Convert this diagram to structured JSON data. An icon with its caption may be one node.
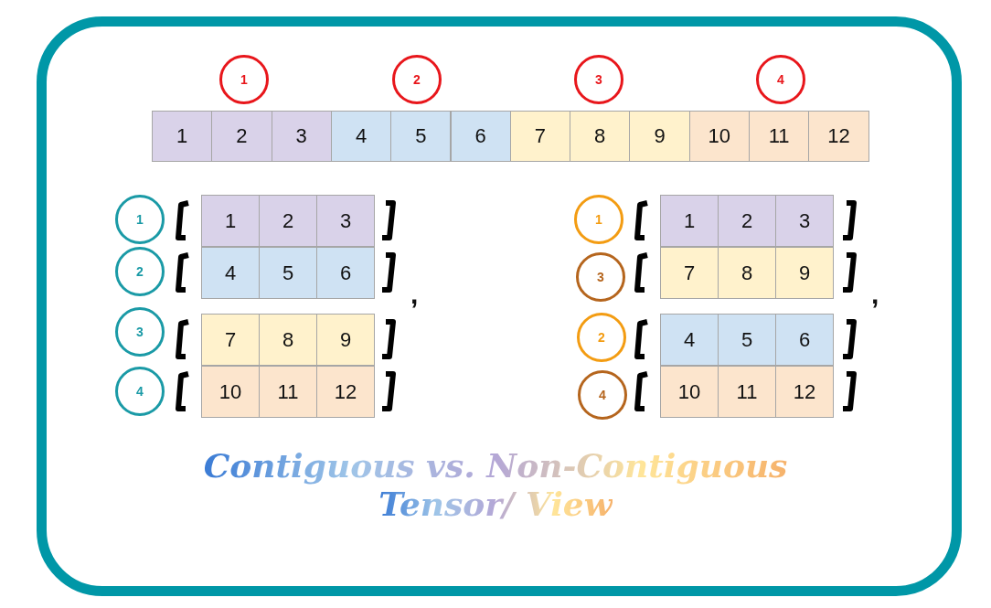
{
  "diagram": {
    "title": "Contiguous vs. Non-Contiguous Tensor/ View",
    "nodes": [
      {
        "text": [
          "1"
        ]
      },
      {
        "text": [
          "2"
        ]
      },
      {
        "text": [
          "3"
        ]
      },
      {
        "text": [
          "4"
        ]
      },
      {
        "text": [
          "1"
        ]
      },
      {
        "text": [
          "2"
        ]
      },
      {
        "text": [
          "3"
        ]
      },
      {
        "text": [
          "4"
        ]
      },
      {
        "text": [
          "1"
        ]
      },
      {
        "text": [
          "3"
        ]
      },
      {
        "text": [
          "2"
        ]
      },
      {
        "text": [
          "4"
        ]
      }
    ],
    "labels": [
      "1",
      "2",
      "3",
      "4",
      "5",
      "6",
      "7",
      "8",
      "9",
      "10",
      "11",
      "12",
      "1",
      "2",
      "3",
      "4",
      "5",
      "6",
      "7",
      "8",
      "9",
      "10",
      "11",
      "12",
      ",",
      "1",
      "2",
      "3",
      "7",
      "8",
      "9",
      "4",
      "5",
      "6",
      "10",
      "11",
      "12",
      ","
    ]
  }
}
